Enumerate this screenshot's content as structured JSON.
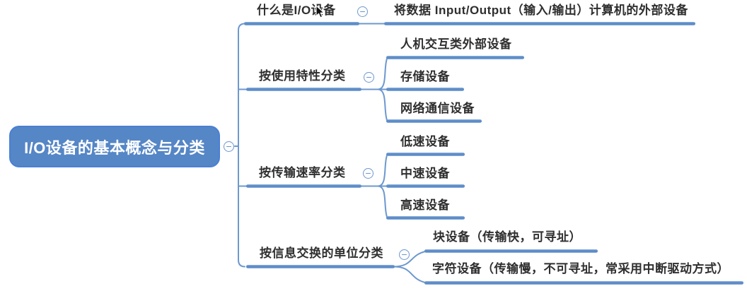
{
  "app": {
    "type": "mindmap",
    "background": "#ffffff"
  },
  "colors": {
    "root_fill": "#5586c6",
    "root_border": "#4a80d4",
    "root_text": "#ffffff",
    "branch_line": "#6d98cf",
    "underline": "#5d8cc8",
    "label_text": "#2f2f2f"
  },
  "icons": {
    "collapse": "minus-circle",
    "pointer": "arrow-cursor"
  },
  "root": {
    "label": "I/O设备的基本概念与分类",
    "collapsed": false
  },
  "branches": [
    {
      "label": "什么是I/O设备",
      "collapsed": false,
      "children": [
        {
          "label": "将数据 Input/Output（输入/输出）计算机的外部设备"
        }
      ]
    },
    {
      "label": "按使用特性分类",
      "collapsed": false,
      "children": [
        {
          "label": "人机交互类外部设备"
        },
        {
          "label": "存储设备"
        },
        {
          "label": "网络通信设备"
        }
      ]
    },
    {
      "label": "按传输速率分类",
      "collapsed": false,
      "children": [
        {
          "label": "低速设备"
        },
        {
          "label": "中速设备"
        },
        {
          "label": "高速设备"
        }
      ]
    },
    {
      "label": "按信息交换的单位分类",
      "collapsed": false,
      "children": [
        {
          "label": "块设备（传输快，可寻址）"
        },
        {
          "label": "字符设备（传输慢，不可寻址，常采用中断驱动方式）"
        }
      ]
    }
  ]
}
